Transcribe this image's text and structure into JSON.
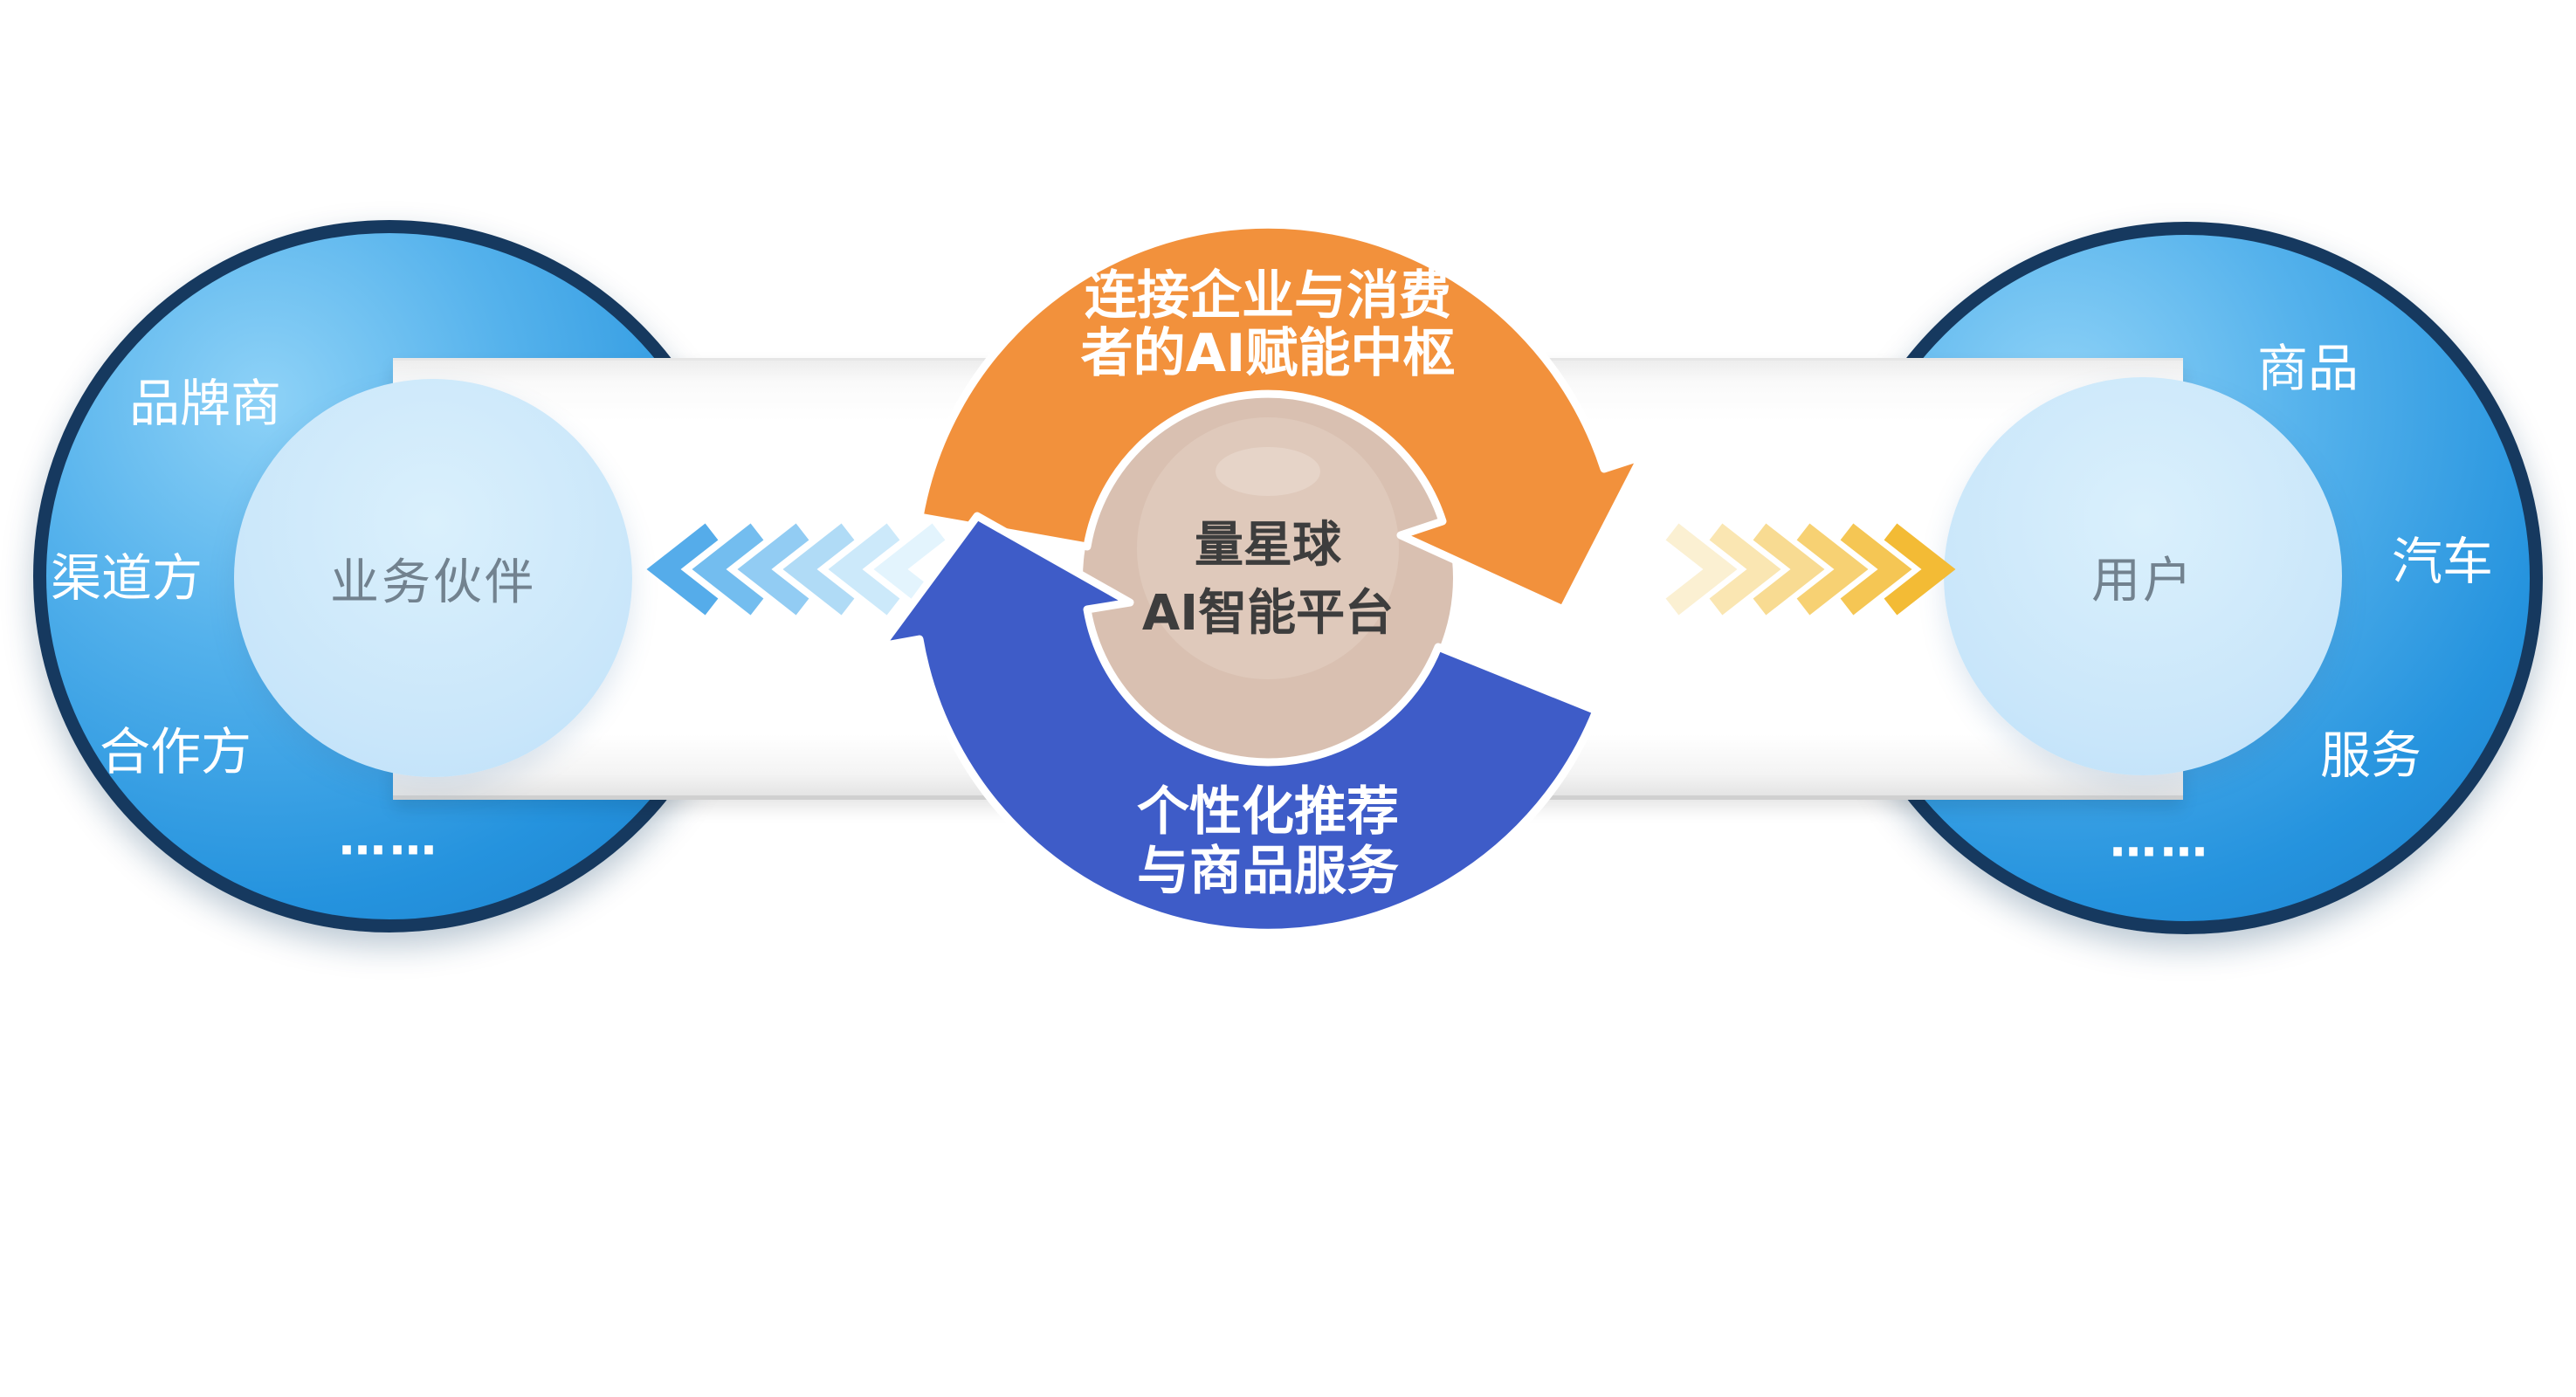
{
  "diagram": {
    "left_group": {
      "labels": {
        "top": "品牌商",
        "middle": "渠道方",
        "bottom": "合作方",
        "ellipsis": "……"
      },
      "inner_label": "业务伙伴"
    },
    "right_group": {
      "labels": {
        "top": "商品",
        "middle": "汽车",
        "bottom": "服务",
        "ellipsis": "……"
      },
      "inner_label": "用户"
    },
    "center": {
      "top_caption": {
        "line1": "连接企业与消费",
        "line2": "者的AI赋能中枢"
      },
      "core": {
        "line1": "量星球",
        "line2": "AI智能平台"
      },
      "bottom_caption": {
        "line1": "个性化推荐",
        "line2": "与商品服务"
      }
    },
    "colors": {
      "orange_arc": "#F2913C",
      "blue_arc": "#3E5CC8",
      "core_fill": "#D9C0B1",
      "core_highlight": "#E7D4C8",
      "outer_circle_border": "#16395F",
      "inner_circle_fill": "#C9E6FA"
    },
    "left_chevron_shades": [
      "#55ACEA",
      "#73BDEF",
      "#92CCF3",
      "#B0DBF6",
      "#CCE9FA",
      "#E3F4FD"
    ],
    "right_chevron_shades": [
      "#FBF0D2",
      "#FAE6B2",
      "#F8DB92",
      "#F7D173",
      "#F5C654",
      "#F3BB35"
    ]
  }
}
